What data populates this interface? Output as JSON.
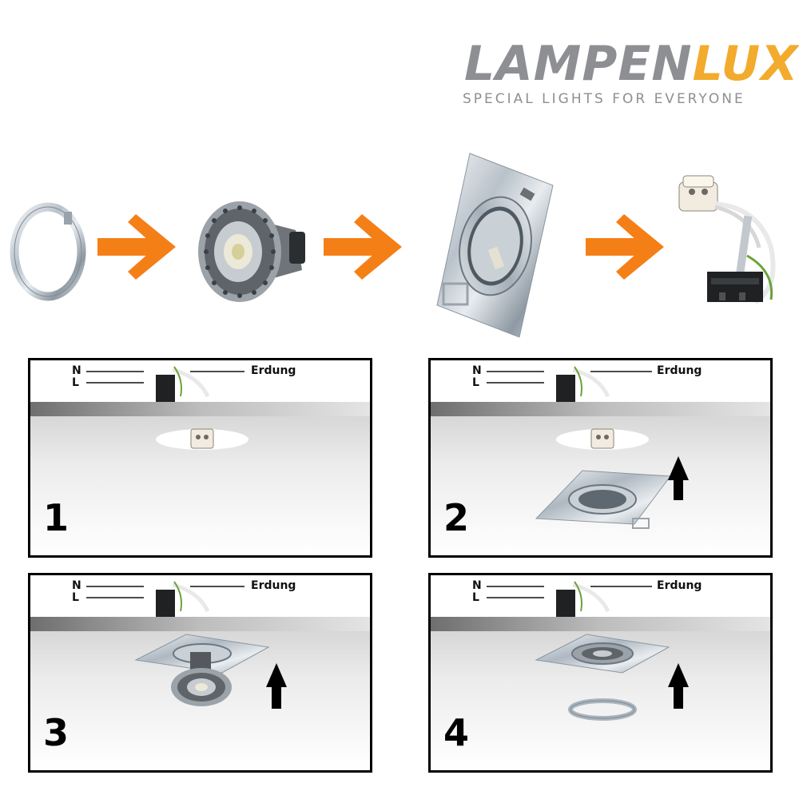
{
  "brand": {
    "name_part1": "LAMPEN",
    "name_part2": "LUX",
    "tagline": "SPECIAL LIGHTS FOR EVERYONE",
    "colors": {
      "gray": "#8d8f93",
      "gold": "#f2ab2c"
    }
  },
  "sequence": {
    "items": [
      "retaining-ring",
      "led-bulb",
      "square-recessed-frame",
      "gu10-socket"
    ],
    "arrow_color": "#f57f17"
  },
  "wiring_labels": {
    "neutral": "N",
    "live": "L",
    "earth": "Erdung"
  },
  "steps": [
    {
      "number": "1"
    },
    {
      "number": "2"
    },
    {
      "number": "3"
    },
    {
      "number": "4"
    }
  ]
}
